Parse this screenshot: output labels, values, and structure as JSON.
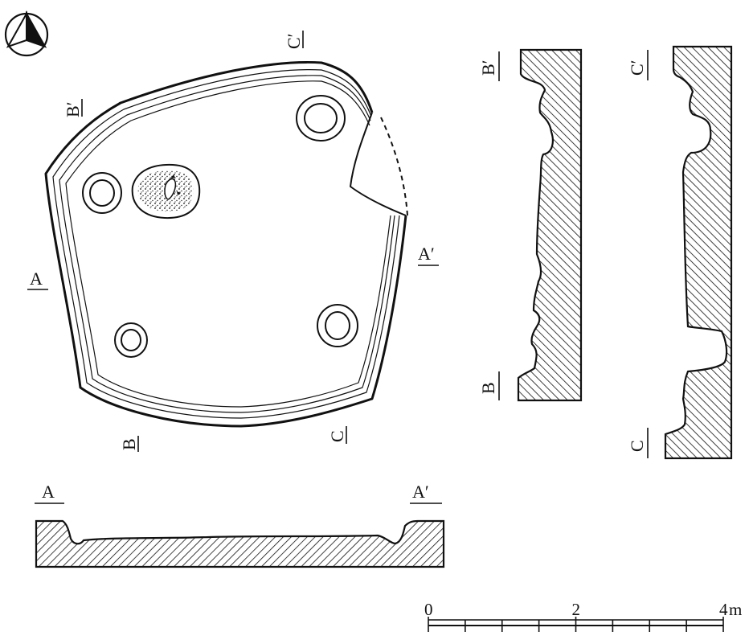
{
  "north_arrow": {
    "icon": "north-arrow-icon"
  },
  "plan": {
    "section_marks": {
      "a_left": "A",
      "a_right": "A′",
      "b_top": "B′",
      "b_bottom": "B",
      "c_top": "C′",
      "c_bottom": "C"
    },
    "post_holes": 4,
    "hearth": "hearth-icon"
  },
  "section_aa": {
    "left_label": "A",
    "right_label": "A′"
  },
  "section_bb": {
    "top_label": "B′",
    "bottom_label": "B"
  },
  "section_cc": {
    "top_label": "C′",
    "bottom_label": "C"
  },
  "scale_bar": {
    "ticks": [
      "0",
      "2",
      "4"
    ],
    "unit": "m",
    "max_value": 4,
    "divisions": 8
  },
  "colors": {
    "ink": "#111111",
    "paper": "#ffffff"
  }
}
